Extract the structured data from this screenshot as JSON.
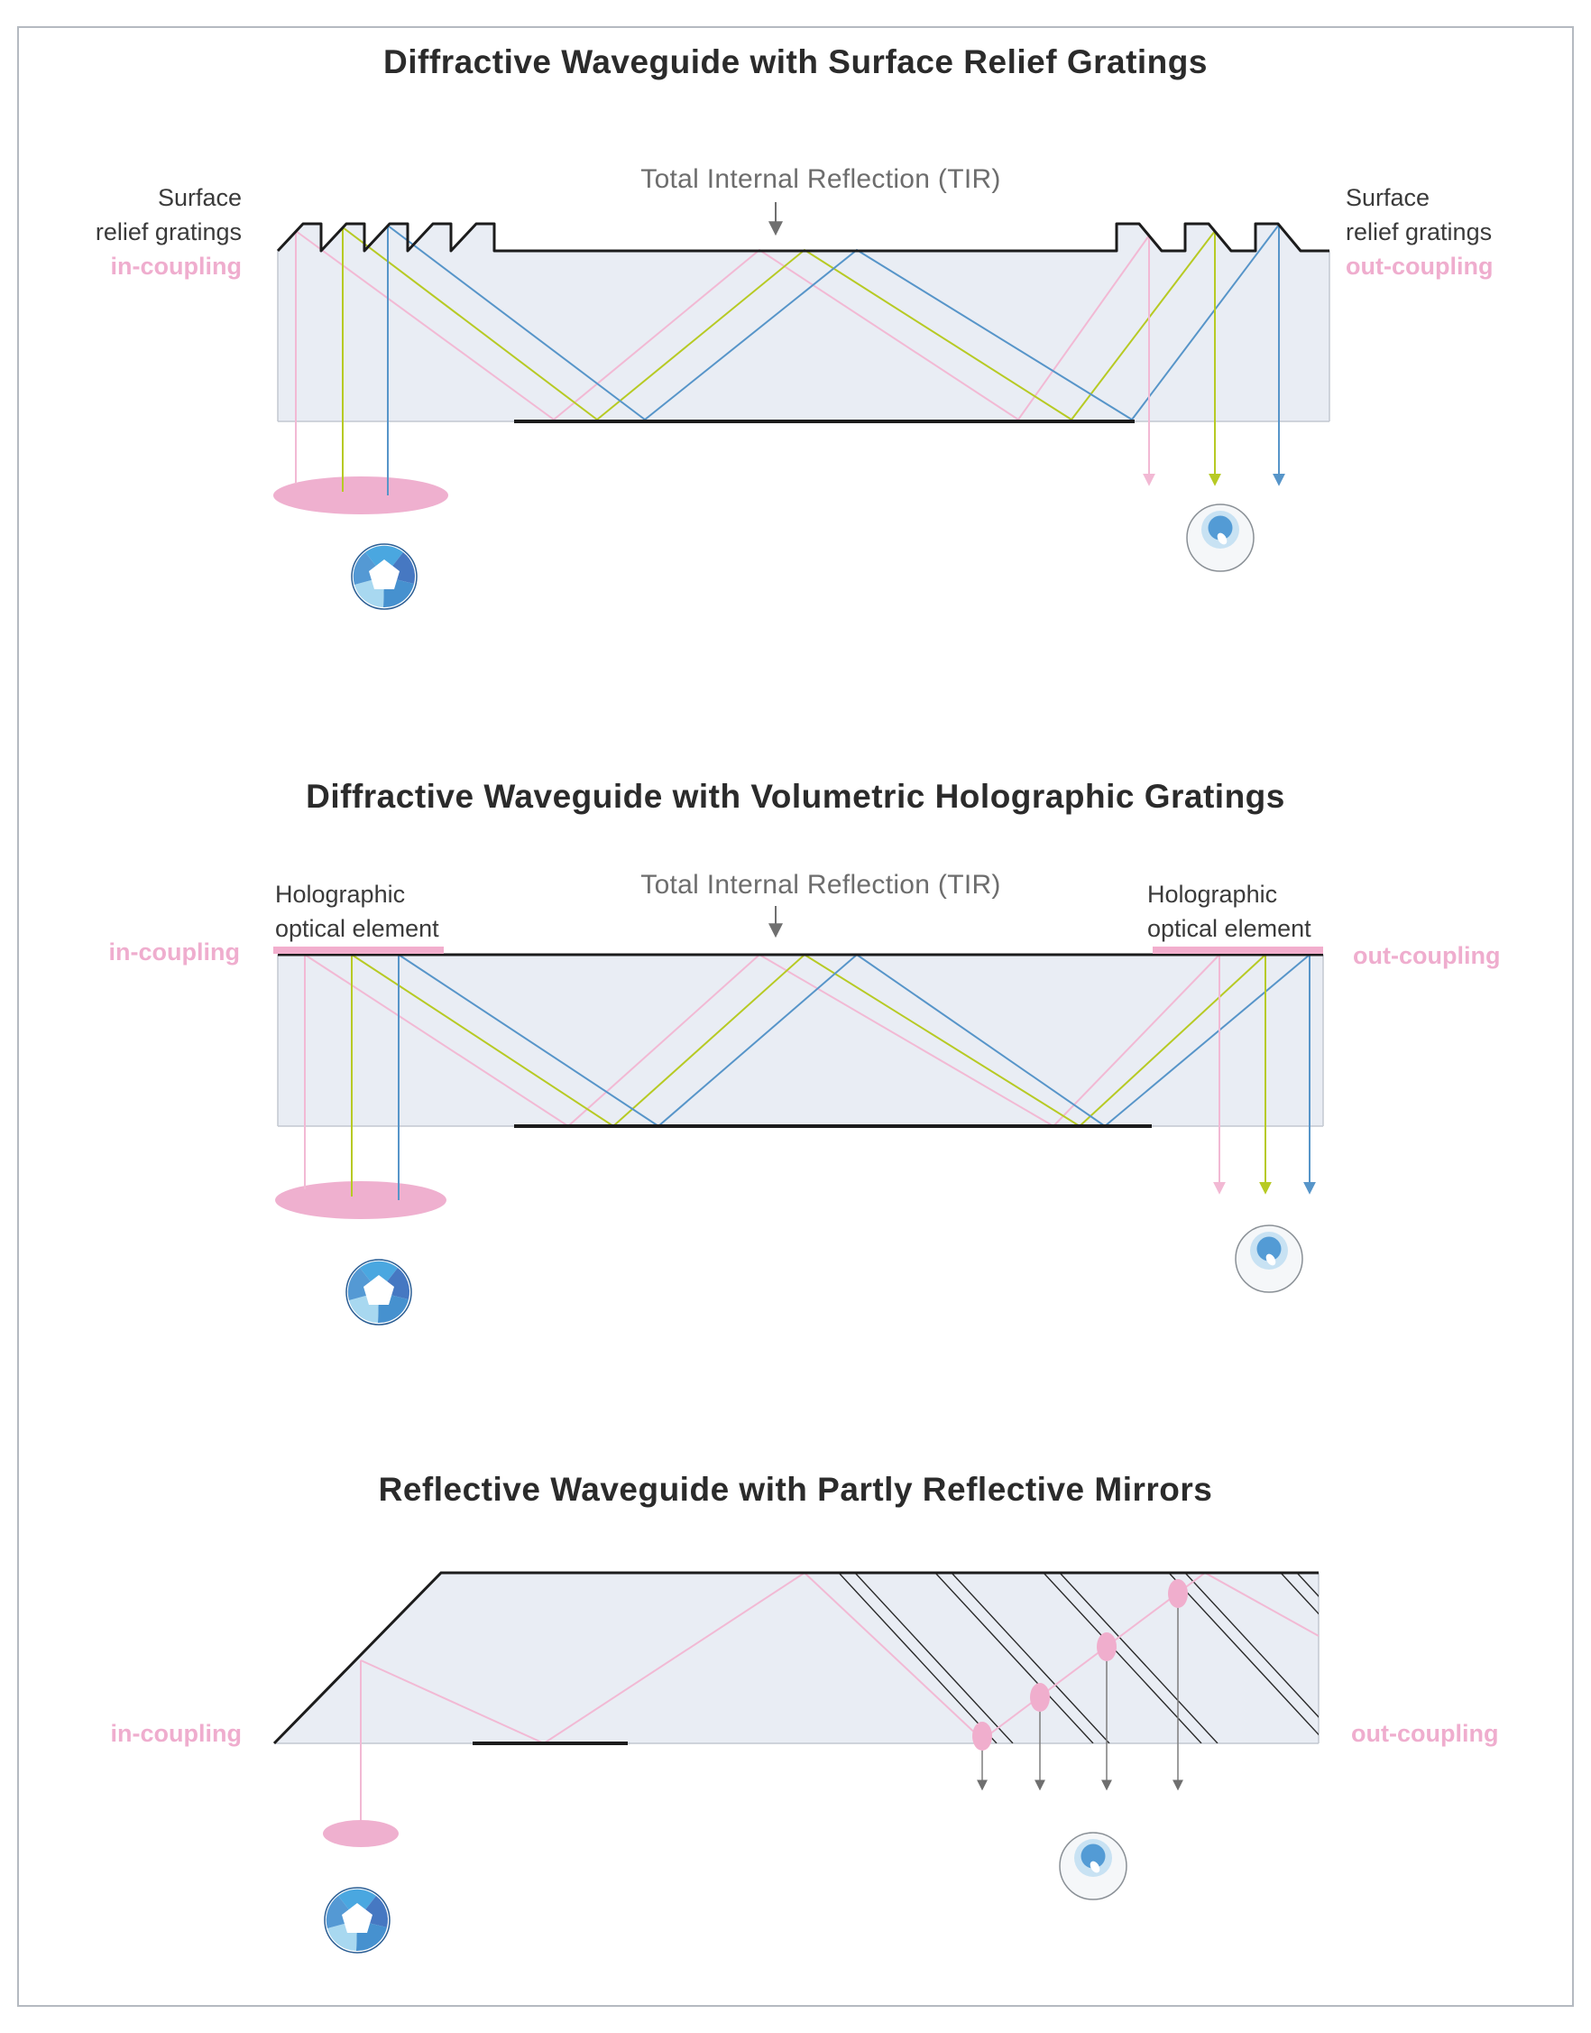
{
  "page": {
    "border_color": "#b5bac1",
    "background": "#ffffff"
  },
  "colors": {
    "slab_fill": "#e9edf4",
    "outline_black": "#1c1c1c",
    "outline_light": "#c3c8d1",
    "ray_pink": "#f2b9d4",
    "ray_green": "#b7ca24",
    "ray_blue": "#5795c9",
    "lens_pink": "#efb0cf",
    "hoe_strip_pink": "#f2aecd",
    "label_pink": "#efadce",
    "gray_arrow": "#7d7d7d",
    "tir_text_gray": "#6d6d6d",
    "eye_iris": "#c8e2f3",
    "eye_pupil": "#539bd5"
  },
  "sections": [
    {
      "title": "Diffractive Waveguide with Surface Relief Gratings",
      "tir_label": "Total Internal Reflection (TIR)",
      "left_label": {
        "line1": "Surface",
        "line2": "relief gratings",
        "accent": "in-coupling"
      },
      "right_label": {
        "line1": "Surface",
        "line2": "relief gratings",
        "accent": "out-coupling"
      }
    },
    {
      "title": "Diffractive Waveguide with Volumetric Holographic Gratings",
      "tir_label": "Total Internal Reflection (TIR)",
      "left_label": {
        "line1": "Holographic",
        "line2": "optical element"
      },
      "right_label": {
        "line1": "Holographic",
        "line2": "optical element"
      },
      "in_label": "in-coupling",
      "out_label": "out-coupling"
    },
    {
      "title": "Reflective Waveguide with Partly Reflective Mirrors",
      "in_label": "in-coupling",
      "out_label": "out-coupling"
    }
  ]
}
